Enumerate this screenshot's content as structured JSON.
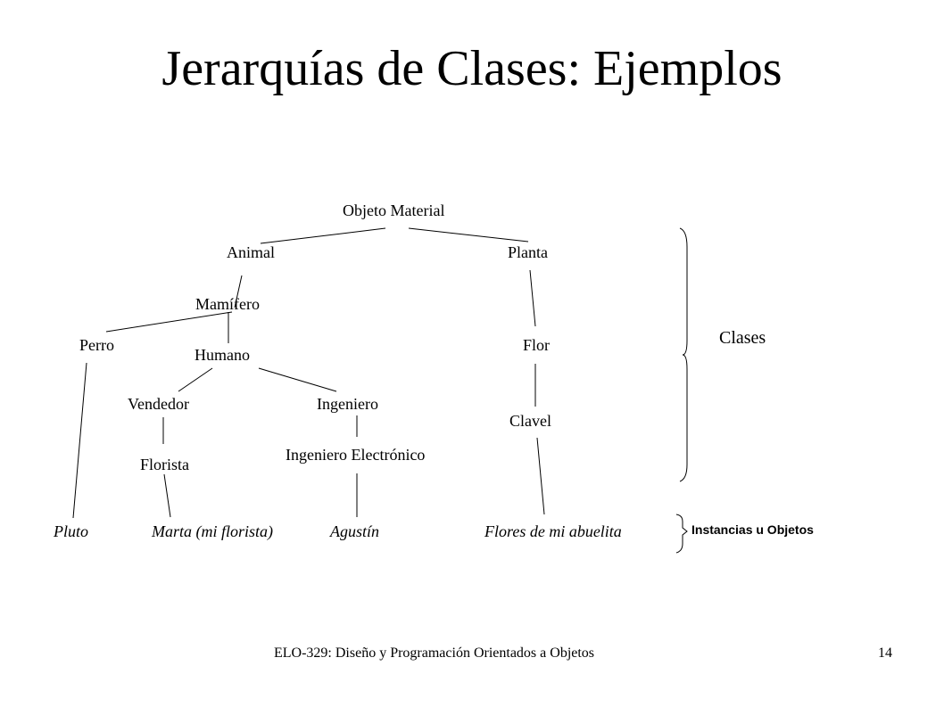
{
  "slide": {
    "title": "Jerarquías de Clases: Ejemplos",
    "footer_course": "ELO-329: Diseño y Programación Orientados a Objetos",
    "page_number": "14"
  },
  "diagram": {
    "nodes": {
      "objeto_material": "Objeto Material",
      "animal": "Animal",
      "planta": "Planta",
      "mamifero": "Mamífero",
      "perro": "Perro",
      "humano": "Humano",
      "flor": "Flor",
      "vendedor": "Vendedor",
      "ingeniero": "Ingeniero",
      "clavel": "Clavel",
      "florista": "Florista",
      "ingeniero_electronico": "Ingeniero Electrónico"
    },
    "instances": {
      "pluto": "Pluto",
      "marta": "Marta (mi florista)",
      "agustin": "Agustín",
      "flores": "Flores de mi abuelita"
    },
    "edges": [
      [
        "objeto_material",
        "animal"
      ],
      [
        "objeto_material",
        "planta"
      ],
      [
        "animal",
        "mamifero"
      ],
      [
        "mamifero",
        "perro"
      ],
      [
        "mamifero",
        "humano"
      ],
      [
        "humano",
        "vendedor"
      ],
      [
        "humano",
        "ingeniero"
      ],
      [
        "vendedor",
        "florista"
      ],
      [
        "ingeniero",
        "ingeniero_electronico"
      ],
      [
        "planta",
        "flor"
      ],
      [
        "flor",
        "clavel"
      ],
      [
        "perro",
        "pluto"
      ],
      [
        "florista",
        "marta"
      ],
      [
        "ingeniero_electronico",
        "agustin"
      ],
      [
        "clavel",
        "flores"
      ]
    ],
    "brace_labels": {
      "clases": "Clases",
      "instancias": "Instancias u Objetos"
    }
  }
}
